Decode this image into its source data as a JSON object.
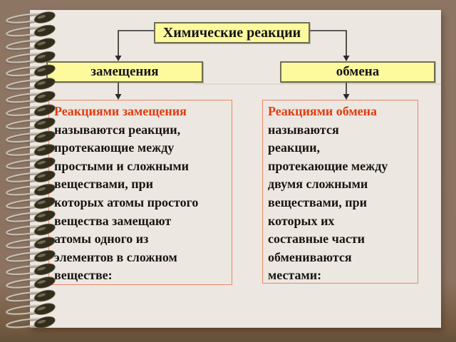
{
  "slide": {
    "kind": "spiral-notebook-slide",
    "title": "Химические реакции",
    "branches": [
      {
        "label": "замещения",
        "heading": "Реакциями замещения",
        "body": "называются реакции,\nпротекающие между\nпростыми и сложными\nвеществами, при\nкоторых атомы простого\nвещества замещают\nатомы одного из\nэлементов в сложном\nвеществе:"
      },
      {
        "label": "обмена",
        "heading": "Реакциями обмена",
        "body": "называются\nреакции,\nпротекающие между\nдвумя сложными\nвеществами, при\nкоторых их\nсоставные части\nобмениваются\nместами:"
      }
    ]
  },
  "colors": {
    "background_brown": "#8c7260",
    "page_cream": "#ece7e1",
    "box_yellow": "#fcfa9d",
    "box_yellow_border": "#6f6f54",
    "definition_border_salmon": "#ef8766",
    "heading_red": "#e23b0e",
    "text_black": "#171513",
    "connector_dark": "#2b2b2b"
  },
  "decor": {
    "spiral_loops": 24,
    "binding": "spiral-binding-left"
  }
}
